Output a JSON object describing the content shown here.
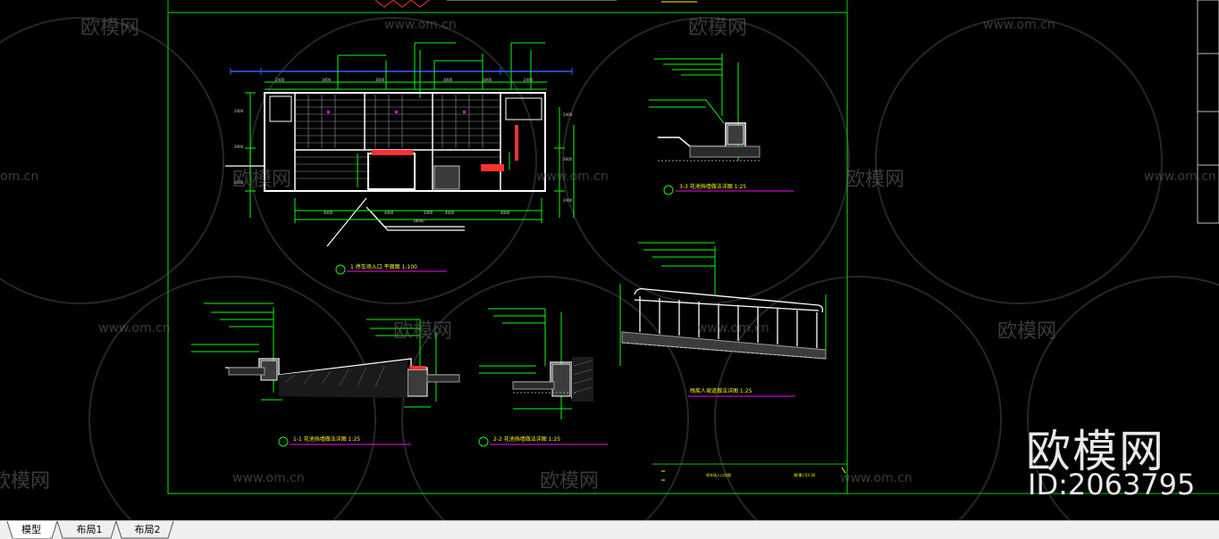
{
  "watermark": {
    "brand": "欧模网",
    "url": "www.om.cn",
    "url_partial": "om.cn",
    "id_label": "ID:2063795"
  },
  "drawing": {
    "titles": {
      "plan": "1 停车场入口 平面图 1:100",
      "sec33": "3-3 花池挡墙做法详图 1:25",
      "sec11": "1-1 花池挡墙做法详图 1:25",
      "sec22": "2-2 花池挡墙做法详图 1:25",
      "railing": "残疾人坡道做法详图 1:25"
    },
    "plan_dims": {
      "top_row": [
        "2400",
        "3000",
        "3000",
        "3000",
        "3000",
        "2400"
      ],
      "bottom_row": [
        "4000",
        "4000",
        "2000",
        "4000",
        "4000"
      ],
      "overall": "18000",
      "left": [
        "2400",
        "3000",
        "2400"
      ],
      "right": [
        "2400",
        "3000",
        "2400"
      ]
    },
    "title_block": {
      "drawing_name": "停车场入口详图",
      "sheet_no": "建(景)-53-30"
    }
  },
  "colors": {
    "frame": "#00ff00",
    "dim": "#00ff00",
    "wall": "#ffffff",
    "hatch": "#c8c8c8",
    "accent_red": "#ff3030",
    "accent_magenta": "#ff00ff",
    "leader": "#00ffff"
  },
  "tabs": {
    "model": "模型",
    "layout1": "布局1",
    "layout2": "布局2"
  }
}
